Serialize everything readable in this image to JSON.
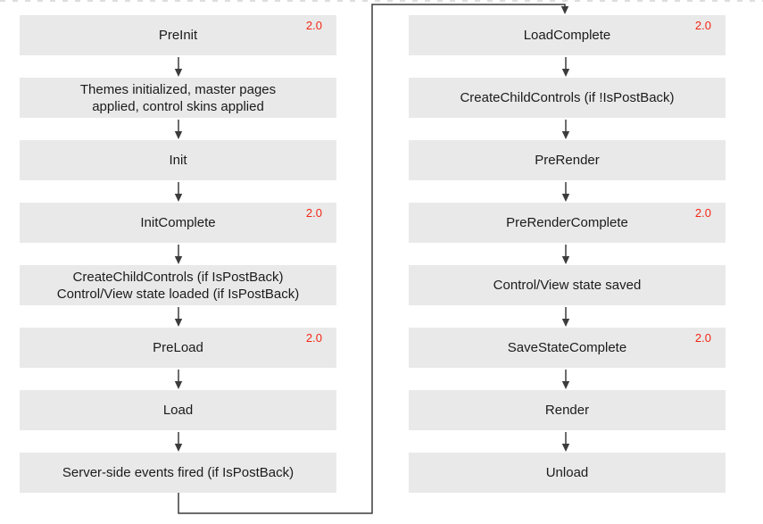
{
  "colors": {
    "background": "#ffffff",
    "box_fill": "#e9e9e9",
    "box_text": "#1b1b1b",
    "version_badge": "#f32714",
    "connector": "#3c3c3c"
  },
  "left_column": {
    "boxes": [
      {
        "lines": [
          "PreInit"
        ],
        "badge": "2.0"
      },
      {
        "lines": [
          "Themes initialized, master pages",
          "applied, control skins applied"
        ]
      },
      {
        "lines": [
          "Init"
        ]
      },
      {
        "lines": [
          "InitComplete"
        ],
        "badge": "2.0"
      },
      {
        "lines": [
          "CreateChildControls (if IsPostBack)",
          "Control/View state loaded (if IsPostBack)"
        ]
      },
      {
        "lines": [
          "PreLoad"
        ],
        "badge": "2.0"
      },
      {
        "lines": [
          "Load"
        ]
      },
      {
        "lines": [
          "Server-side events fired (if IsPostBack)"
        ]
      }
    ]
  },
  "right_column": {
    "boxes": [
      {
        "lines": [
          "LoadComplete"
        ],
        "badge": "2.0"
      },
      {
        "lines": [
          "CreateChildControls (if !IsPostBack)"
        ]
      },
      {
        "lines": [
          "PreRender"
        ]
      },
      {
        "lines": [
          "PreRenderComplete"
        ],
        "badge": "2.0"
      },
      {
        "lines": [
          "Control/View state saved"
        ]
      },
      {
        "lines": [
          "SaveStateComplete"
        ],
        "badge": "2.0"
      },
      {
        "lines": [
          "Render"
        ]
      },
      {
        "lines": [
          "Unload"
        ]
      }
    ]
  }
}
